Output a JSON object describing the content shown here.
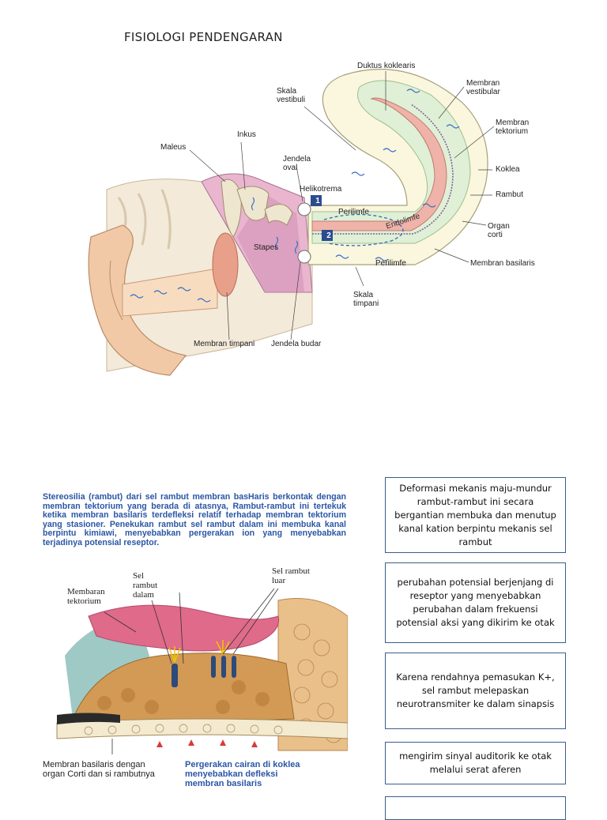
{
  "title": "FISIOLOGI PENDENGARAN",
  "ear_figure": {
    "labels": {
      "maleus": "Maleus",
      "inkus": "Inkus",
      "skala_vestibuli": "Skala\nvestibuli",
      "duktus_koklearis": "Duktus koklearis",
      "membran_vestibular": "Membran\nvestibular",
      "membran_tektorium": "Membran\ntektorium",
      "koklea": "Koklea",
      "rambut": "Rambut",
      "organ_corti": "Organ\ncorti",
      "membran_basilaris": "Membran basilaris",
      "jendela_oval": "Jendela\noval",
      "helikotrema": "Helikotrema",
      "perilimfe_top": "Perilimfe",
      "endolimfe": "Endolimfe",
      "perilimfe_bottom": "Perilimfe",
      "stapes": "Stapes",
      "skala_timpani": "Skala\ntimpani",
      "membran_timpani": "Membran timpani",
      "jendela_budar": "Jendela budar",
      "marker_1": "1",
      "marker_2": "2"
    }
  },
  "corti_figure": {
    "description_text": "Stereosilia (rambut) dari sel rambut membran basHaris berkontak dengan membran tektorium yang berada di atasnya, Rambut-rambut ini tertekuk ketika membran basilaris terdefleksi relatif terhadap membran tektorium yang stasioner. Penekukan rambut sel rambut dalam ini membuka kanal berpintu kimiawi, menyebabkan pergerakan ion yang menyebabkan terjadinya potensial reseptor.",
    "labels": {
      "membaran_tektorium": "Membaran\ntektorium",
      "sel_rambut_dalam": "Sel\nrambut\ndalam",
      "sel_rambut_luar": "Sel rambut\nluar"
    },
    "caption_left": "Membran basilaris dengan\norgan Corti dan si rambutnya",
    "caption_right": "Pergerakan cairan di koklea\nmenyebabkan defleksi\nmembran basilaris"
  },
  "flow_boxes": [
    "Deformasi mekanis maju-mundur rambut-rambut ini secara bergantian membuka dan menutup kanal kation berpintu mekanis sel rambut",
    "perubahan potensial berjenjang di reseptor yang menyebabkan perubahan dalam frekuensi potensial aksi yang dikirim ke otak",
    "Karena rendahnya pemasukan K+, sel rambut melepaskan neurotransmiter ke dalam sinapsis",
    "mengirim sinyal auditorik ke otak melalui serat aferen",
    ""
  ]
}
